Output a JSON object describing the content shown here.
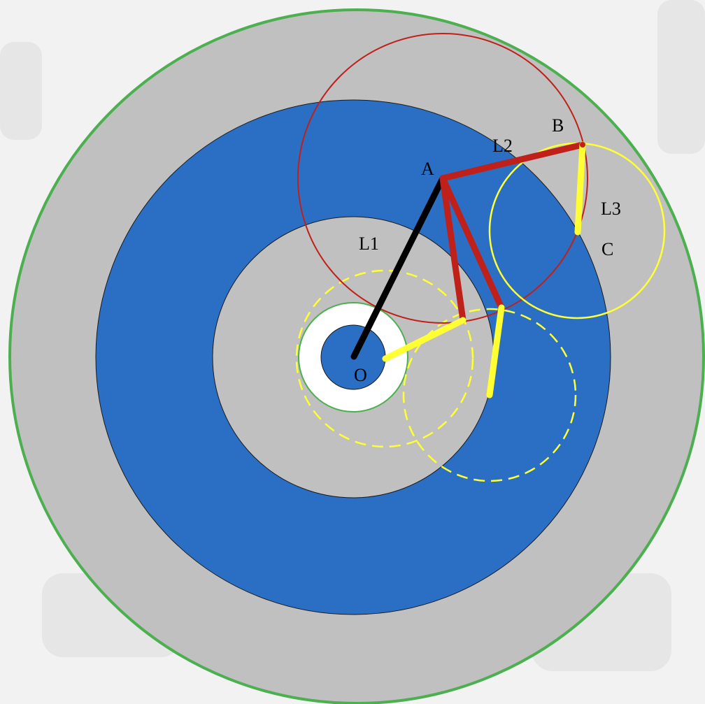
{
  "labels": {
    "o": "O",
    "a": "A",
    "b": "B",
    "c": "C",
    "l1": "L1",
    "l2": "L2",
    "l3": "L3"
  },
  "colors": {
    "background": "#ffffff",
    "outer_ring": "#c0c0c0",
    "outer_ring_border": "#4caf50",
    "blue_ring": "#2a6fc4",
    "inner_gray": "#c0c0c0",
    "hub_white": "#ffffff",
    "hub_core": "#2a6fc4",
    "link_l1": "#000000",
    "link_l2": "#c0201a",
    "link_l3": "#ffff33",
    "reach_circle_b": "#c0201a",
    "reach_circle_c": "#ffff33"
  }
}
